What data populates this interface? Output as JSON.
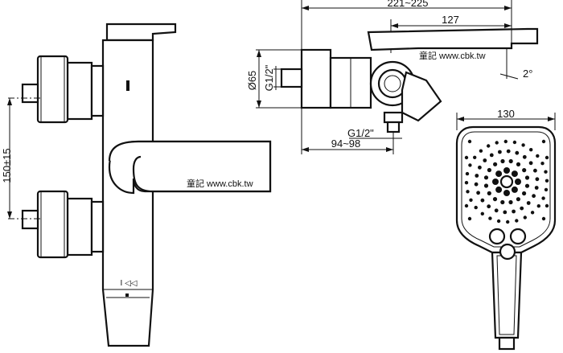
{
  "dimensions": {
    "pipe_spacing": "150±15",
    "overall_depth": "221~225",
    "spout_length": "127",
    "spout_angle": "2°",
    "inlet_diameter": "Ø65",
    "inlet_thread": "G1/2\"",
    "outlet_thread": "G1/2\"",
    "wall_to_outlet": "94~98",
    "handshower_width": "130"
  },
  "watermark": "童記 www.cbk.tw",
  "knob_marks": "I ◁◁"
}
